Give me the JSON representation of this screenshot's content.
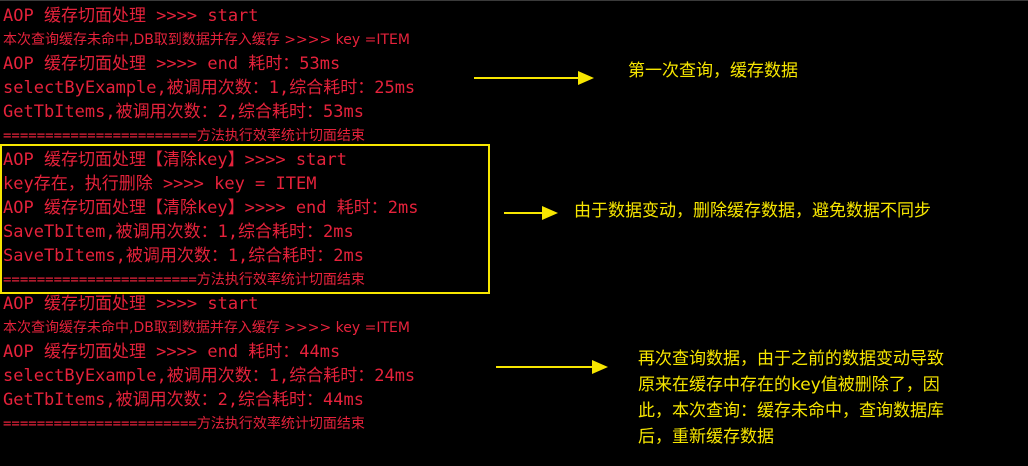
{
  "console": {
    "lines": [
      "AOP 缓存切面处理 >>>> start",
      "本次查询缓存未命中,DB取到数据并存入缓存 >>>> key =ITEM",
      "AOP 缓存切面处理 >>>> end 耗时：53ms",
      "selectByExample,被调用次数：1,综合耗时：25ms",
      "GetTbItems,被调用次数：2,综合耗时：53ms",
      "=======================方法执行效率统计切面结束",
      "AOP 缓存切面处理【清除key】>>>> start",
      "key存在，执行删除 >>>> key = ITEM",
      "AOP 缓存切面处理【清除key】>>>> end 耗时：2ms",
      "SaveTbItem,被调用次数：1,综合耗时：2ms",
      "SaveTbItems,被调用次数：1,综合耗时：2ms",
      "=======================方法执行效率统计切面结束",
      "AOP 缓存切面处理 >>>> start",
      "本次查询缓存未命中,DB取到数据并存入缓存 >>>> key =ITEM",
      "AOP 缓存切面处理 >>>> end 耗时：44ms",
      "selectByExample,被调用次数：1,综合耗时：24ms",
      "GetTbItems,被调用次数：2,综合耗时：44ms",
      "=======================方法执行效率统计切面结束"
    ]
  },
  "annotations": {
    "note1": "第一次查询，缓存数据",
    "note2": "由于数据变动，删除缓存数据，避免数据不同步",
    "note3": [
      "再次查询数据，由于之前的数据变动导致",
      "原来在缓存中存在的key值被删除了，因",
      "此，本次查询：缓存未命中，查询数据库",
      "后，重新缓存数据"
    ]
  },
  "colors": {
    "background": "#000000",
    "log_text": "#e5223b",
    "annotation": "#f7e600"
  }
}
